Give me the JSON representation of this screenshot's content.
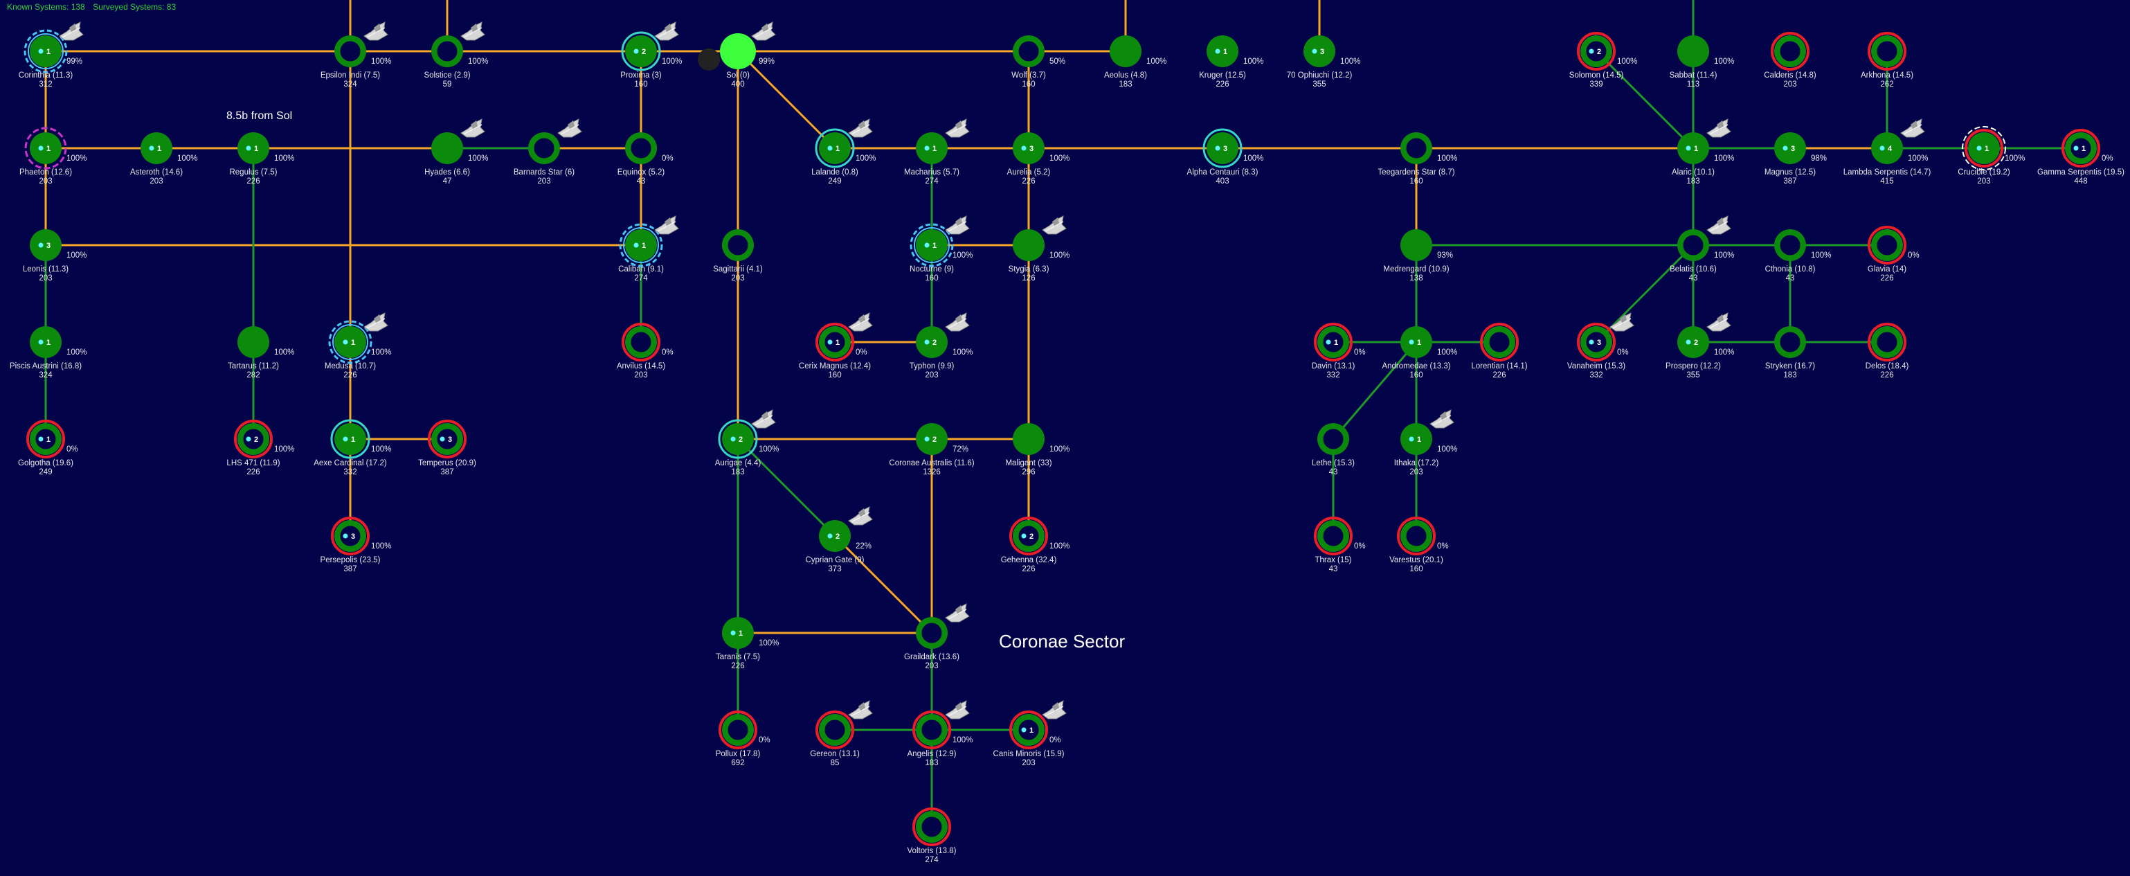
{
  "header": {
    "known_systems": "Known Systems: 138",
    "surveyed_systems": "Surveyed Systems: 83"
  },
  "sector_label": "Coronae Sector",
  "distance_note": "8.5b from Sol",
  "colors": {
    "background": "#03034a",
    "jump_lane": "#f5a623",
    "tree_lane": "#1f9a2a",
    "system_fill": "#0c8a0c",
    "hostile_ring": "#e81e2a",
    "friendly_ring": "#39d6c7",
    "dashed_ring": "#4cc3f5",
    "sol_highlight": "#3dff3d",
    "selected_ring": "#c833c8"
  },
  "systems": [
    {
      "id": "corinthia",
      "name": "Corinthia  (11.3)",
      "pop": "312",
      "pct": "99%",
      "num": "1",
      "ring": "dashed",
      "ship": true
    },
    {
      "id": "epsilon-indi",
      "name": "Epsilon Indi  (7.5)",
      "pop": "324",
      "pct": "100%",
      "num": "",
      "ring": "green",
      "ship": true
    },
    {
      "id": "solstice",
      "name": "Solstice  (2.9)",
      "pop": "59",
      "pct": "100%",
      "num": "",
      "ring": "green",
      "ship": true
    },
    {
      "id": "proxima",
      "name": "Proxima  (3)",
      "pop": "160",
      "pct": "100%",
      "num": "2",
      "ring": "cyan",
      "ship": true
    },
    {
      "id": "sol",
      "name": "Sol  (0)",
      "pop": "400",
      "pct": "99%",
      "num": "",
      "ring": "sol",
      "ship": true
    },
    {
      "id": "wolf",
      "name": "Wolf  (3.7)",
      "pop": "160",
      "pct": "50%",
      "num": "",
      "ring": "green",
      "ship": false
    },
    {
      "id": "aeolus",
      "name": "Aeolus  (4.8)",
      "pop": "183",
      "pct": "100%",
      "num": "",
      "ring": "none",
      "ship": false
    },
    {
      "id": "kruger",
      "name": "Kruger  (12.5)",
      "pop": "226",
      "pct": "100%",
      "num": "1",
      "ring": "none",
      "ship": false
    },
    {
      "id": "ophiuchi",
      "name": "70 Ophiuchi  (12.2)",
      "pop": "355",
      "pct": "100%",
      "num": "3",
      "ring": "none",
      "ship": false
    },
    {
      "id": "solomon",
      "name": "Solomon  (14.5)",
      "pop": "339",
      "pct": "100%",
      "num": "2",
      "ring": "red",
      "ship": false
    },
    {
      "id": "sabbat",
      "name": "Sabbat  (11.4)",
      "pop": "113",
      "pct": "100%",
      "num": "",
      "ring": "none",
      "ship": false
    },
    {
      "id": "calderis",
      "name": "Calderis  (14.8)",
      "pop": "203",
      "pct": "",
      "num": "",
      "ring": "red",
      "ship": false
    },
    {
      "id": "arkhona",
      "name": "Arkhona  (14.5)",
      "pop": "262",
      "pct": "",
      "num": "",
      "ring": "red",
      "ship": false
    },
    {
      "id": "phaeton",
      "name": "Phaeton  (12.6)",
      "pop": "203",
      "pct": "100%",
      "num": "1",
      "ring": "magenta",
      "ship": false
    },
    {
      "id": "asteroth",
      "name": "Asteroth  (14.6)",
      "pop": "203",
      "pct": "100%",
      "num": "1",
      "ring": "none",
      "ship": false
    },
    {
      "id": "regulus",
      "name": "Regulus  (7.5)",
      "pop": "226",
      "pct": "100%",
      "num": "1",
      "ring": "none",
      "ship": false
    },
    {
      "id": "hyades",
      "name": "Hyades  (6.6)",
      "pop": "47",
      "pct": "100%",
      "num": "",
      "ring": "none",
      "ship": true
    },
    {
      "id": "barnards",
      "name": "Barnards Star  (6)",
      "pop": "203",
      "pct": "",
      "num": "",
      "ring": "green",
      "ship": true
    },
    {
      "id": "equinox",
      "name": "Equinox  (5.2)",
      "pop": "43",
      "pct": "0%",
      "num": "",
      "ring": "green",
      "ship": false
    },
    {
      "id": "lalande",
      "name": "Lalande  (0.8)",
      "pop": "249",
      "pct": "100%",
      "num": "1",
      "ring": "cyan",
      "ship": true
    },
    {
      "id": "macharius",
      "name": "Macharius  (5.7)",
      "pop": "274",
      "pct": "",
      "num": "1",
      "ring": "none",
      "ship": true
    },
    {
      "id": "aurelia",
      "name": "Aurelia  (5.2)",
      "pop": "226",
      "pct": "100%",
      "num": "3",
      "ring": "none",
      "ship": false
    },
    {
      "id": "alpha-centauri",
      "name": "Alpha Centauri  (8.3)",
      "pop": "403",
      "pct": "100%",
      "num": "3",
      "ring": "cyan",
      "ship": false
    },
    {
      "id": "teegardens",
      "name": "Teegardens Star  (8.7)",
      "pop": "160",
      "pct": "100%",
      "num": "",
      "ring": "green",
      "ship": false
    },
    {
      "id": "alaric",
      "name": "Alaric  (10.1)",
      "pop": "183",
      "pct": "100%",
      "num": "1",
      "ring": "none",
      "ship": true
    },
    {
      "id": "magnus",
      "name": "Magnus  (12.5)",
      "pop": "387",
      "pct": "98%",
      "num": "3",
      "ring": "none",
      "ship": false
    },
    {
      "id": "lambda-serpentis",
      "name": "Lambda Serpentis  (14.7)",
      "pop": "415",
      "pct": "100%",
      "num": "4",
      "ring": "none",
      "ship": true
    },
    {
      "id": "crucible",
      "name": "Crucible  (19.2)",
      "pop": "203",
      "pct": "100%",
      "num": "1",
      "ring": "red-dashed",
      "ship": false
    },
    {
      "id": "gamma-serpentis",
      "name": "Gamma Serpentis  (19.5)",
      "pop": "448",
      "pct": "0%",
      "num": "1",
      "ring": "red",
      "ship": false
    },
    {
      "id": "leonis",
      "name": "Leonis  (11.3)",
      "pop": "203",
      "pct": "100%",
      "num": "3",
      "ring": "none",
      "ship": false
    },
    {
      "id": "caliban",
      "name": "Caliban  (9.1)",
      "pop": "274",
      "pct": "",
      "num": "1",
      "ring": "dashed",
      "ship": true
    },
    {
      "id": "sagittarii",
      "name": "Sagittarii  (4.1)",
      "pop": "203",
      "pct": "",
      "num": "",
      "ring": "green",
      "ship": false
    },
    {
      "id": "nocturne",
      "name": "Nocturne  (9)",
      "pop": "160",
      "pct": "100%",
      "num": "1",
      "ring": "dashed",
      "ship": true
    },
    {
      "id": "stygia",
      "name": "Stygia  (6.3)",
      "pop": "126",
      "pct": "100%",
      "num": "",
      "ring": "none",
      "ship": true
    },
    {
      "id": "medrengard",
      "name": "Medrengard  (10.9)",
      "pop": "138",
      "pct": "93%",
      "num": "",
      "ring": "none",
      "ship": false
    },
    {
      "id": "belatis",
      "name": "Belatis  (10.6)",
      "pop": "43",
      "pct": "100%",
      "num": "",
      "ring": "green",
      "ship": true
    },
    {
      "id": "cthonia",
      "name": "Cthonia  (10.8)",
      "pop": "43",
      "pct": "100%",
      "num": "",
      "ring": "green",
      "ship": false
    },
    {
      "id": "glavia",
      "name": "Glavia  (14)",
      "pop": "226",
      "pct": "0%",
      "num": "",
      "ring": "red",
      "ship": false
    },
    {
      "id": "piscis-austrini",
      "name": "Piscis Austrini  (16.8)",
      "pop": "324",
      "pct": "100%",
      "num": "1",
      "ring": "none",
      "ship": false
    },
    {
      "id": "tartarus",
      "name": "Tartarus  (11.2)",
      "pop": "282",
      "pct": "100%",
      "num": "",
      "ring": "none",
      "ship": false
    },
    {
      "id": "medusa",
      "name": "Medusa  (10.7)",
      "pop": "226",
      "pct": "100%",
      "num": "1",
      "ring": "dashed",
      "ship": true
    },
    {
      "id": "anvilus",
      "name": "Anvilus  (14.5)",
      "pop": "203",
      "pct": "0%",
      "num": "",
      "ring": "red",
      "ship": false
    },
    {
      "id": "cerix-magnus",
      "name": "Cerix Magnus  (12.4)",
      "pop": "160",
      "pct": "0%",
      "num": "1",
      "ring": "red",
      "ship": true
    },
    {
      "id": "typhon",
      "name": "Typhon  (9.9)",
      "pop": "203",
      "pct": "100%",
      "num": "2",
      "ring": "none",
      "ship": true
    },
    {
      "id": "davin",
      "name": "Davin  (13.1)",
      "pop": "332",
      "pct": "0%",
      "num": "1",
      "ring": "red",
      "ship": false
    },
    {
      "id": "andromedae",
      "name": "Andromedae  (13.3)",
      "pop": "160",
      "pct": "100%",
      "num": "1",
      "ring": "none",
      "ship": false
    },
    {
      "id": "lorentian",
      "name": "Lorentian  (14.1)",
      "pop": "226",
      "pct": "",
      "num": "",
      "ring": "red",
      "ship": false
    },
    {
      "id": "vanaheim",
      "name": "Vanaheim  (15.3)",
      "pop": "332",
      "pct": "0%",
      "num": "3",
      "ring": "red",
      "ship": true
    },
    {
      "id": "prospero",
      "name": "Prospero  (12.2)",
      "pop": "355",
      "pct": "100%",
      "num": "2",
      "ring": "none",
      "ship": true
    },
    {
      "id": "stryken",
      "name": "Stryken  (16.7)",
      "pop": "183",
      "pct": "",
      "num": "",
      "ring": "green",
      "ship": false
    },
    {
      "id": "delos",
      "name": "Delos  (18.4)",
      "pop": "226",
      "pct": "",
      "num": "",
      "ring": "red",
      "ship": false
    },
    {
      "id": "golgotha",
      "name": "Golgotha  (19.6)",
      "pop": "249",
      "pct": "0%",
      "num": "1",
      "ring": "red",
      "ship": false
    },
    {
      "id": "lhs-471",
      "name": "LHS 471  (11.9)",
      "pop": "226",
      "pct": "100%",
      "num": "2",
      "ring": "red",
      "ship": false
    },
    {
      "id": "aexe-cardinal",
      "name": "Aexe Cardinal  (17.2)",
      "pop": "332",
      "pct": "100%",
      "num": "1",
      "ring": "cyan",
      "ship": false
    },
    {
      "id": "temperus",
      "name": "Temperus  (20.9)",
      "pop": "387",
      "pct": "",
      "num": "3",
      "ring": "red",
      "ship": false
    },
    {
      "id": "aurigae",
      "name": "Aurigae  (4.4)",
      "pop": "183",
      "pct": "100%",
      "num": "2",
      "ring": "cyan",
      "ship": true
    },
    {
      "id": "coronae-australis",
      "name": "Coronae Australis  (11.6)",
      "pop": "1326",
      "pct": "72%",
      "num": "2",
      "ring": "none",
      "ship": false
    },
    {
      "id": "maligant",
      "name": "Maligant  (33)",
      "pop": "296",
      "pct": "100%",
      "num": "",
      "ring": "none",
      "ship": false
    },
    {
      "id": "lethe",
      "name": "Lethe  (15.3)",
      "pop": "43",
      "pct": "",
      "num": "",
      "ring": "green",
      "ship": false
    },
    {
      "id": "ithaka",
      "name": "Ithaka  (17.2)",
      "pop": "203",
      "pct": "100%",
      "num": "1",
      "ring": "none",
      "ship": true
    },
    {
      "id": "persepolis",
      "name": "Persepolis  (23.5)",
      "pop": "387",
      "pct": "100%",
      "num": "3",
      "ring": "red",
      "ship": false
    },
    {
      "id": "cyprian-gate",
      "name": "Cyprian Gate  (9)",
      "pop": "373",
      "pct": "22%",
      "num": "2",
      "ring": "none",
      "ship": true
    },
    {
      "id": "gehenna",
      "name": "Gehenna  (32.4)",
      "pop": "226",
      "pct": "100%",
      "num": "2",
      "ring": "red",
      "ship": false
    },
    {
      "id": "thrax",
      "name": "Thrax  (15)",
      "pop": "43",
      "pct": "0%",
      "num": "",
      "ring": "red",
      "ship": false
    },
    {
      "id": "varestus",
      "name": "Varestus  (20.1)",
      "pop": "160",
      "pct": "0%",
      "num": "",
      "ring": "red",
      "ship": false
    },
    {
      "id": "taranis",
      "name": "Taranis  (7.5)",
      "pop": "226",
      "pct": "100%",
      "num": "1",
      "ring": "none",
      "ship": false
    },
    {
      "id": "graildark",
      "name": "Graildark  (13.6)",
      "pop": "203",
      "pct": "",
      "num": "",
      "ring": "green",
      "ship": true
    },
    {
      "id": "pollux",
      "name": "Pollux  (17.8)",
      "pop": "692",
      "pct": "0%",
      "num": "",
      "ring": "red",
      "ship": false
    },
    {
      "id": "gereon",
      "name": "Gereon  (13.1)",
      "pop": "85",
      "pct": "",
      "num": "",
      "ring": "red",
      "ship": true
    },
    {
      "id": "angelis",
      "name": "Angelis  (12.9)",
      "pop": "183",
      "pct": "100%",
      "num": "",
      "ring": "red",
      "ship": true
    },
    {
      "id": "canis-minoris",
      "name": "Canis Minoris  (15.9)",
      "pop": "203",
      "pct": "0%",
      "num": "1",
      "ring": "red",
      "ship": true
    },
    {
      "id": "voltoris",
      "name": "Voltoris  (13.8)",
      "pop": "274",
      "pct": "",
      "num": "",
      "ring": "red",
      "ship": false
    }
  ]
}
